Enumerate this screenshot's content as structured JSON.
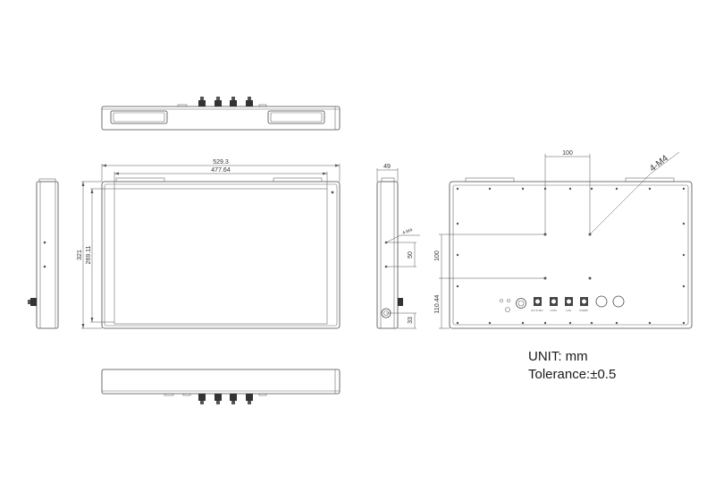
{
  "dimensions": {
    "front_width": "529.3",
    "front_inner_width": "477.64",
    "front_height": "321",
    "front_inner_height": "269.11",
    "side_depth": "49",
    "side_hole_spacing": "50",
    "side_bottom": "33",
    "side_holes": "4-M4",
    "rear_hole_spacing_h": "100",
    "rear_hole_spacing_v": "100",
    "rear_bottom": "110.44",
    "rear_holes": "4-M4"
  },
  "connector_labels": [
    "DC 9-36V",
    "COM",
    "LAN",
    "RS485"
  ],
  "notes": {
    "unit": "UNIT: mm",
    "tolerance": "Tolerance:±0.5"
  }
}
